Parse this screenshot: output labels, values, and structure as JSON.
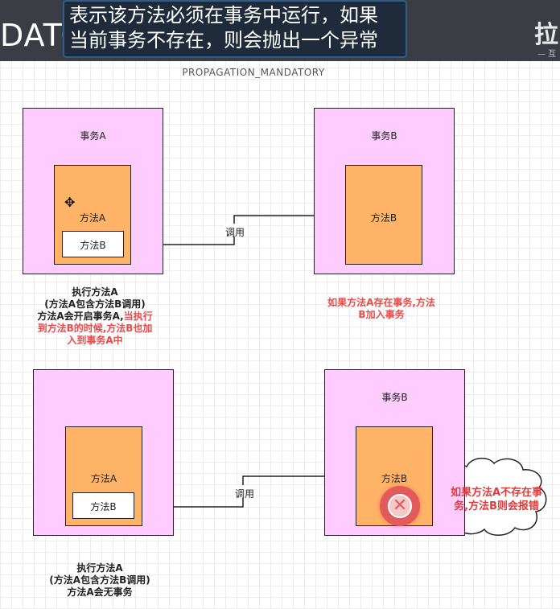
{
  "header": {
    "bg_title": "DATC",
    "caption_line1": "表示该方法必须在事务中运行，如果",
    "caption_line2": "当前事务不存在，则会抛出一个异常",
    "logo_char": "拉",
    "logo_sub": "— 互"
  },
  "diagram": {
    "title": "PROPAGATION_MANDATORY",
    "scenario1": {
      "tx_a_label": "事务A",
      "method_a": "方法A",
      "method_b_inner": "方法B",
      "call_label": "调用",
      "tx_b_label": "事务B",
      "method_b": "方法B",
      "left_desc": {
        "line1": "执行方法A",
        "line2": "(方法A包含方法B调用)",
        "line3_black": "方法A会开启事务A,",
        "line3_red": "当执行",
        "line4": "到方法B的时候,方法B也加",
        "line5": "入到事务A中"
      },
      "right_desc": {
        "line1": "如果方法A存在事务,方法",
        "line2": "B加入事务"
      }
    },
    "scenario2": {
      "method_a": "方法A",
      "method_b_inner": "方法B",
      "call_label": "调用",
      "tx_b_label": "事务B",
      "method_b": "方法B",
      "error_symbol": "✕",
      "cloud_text": "如果方法A不存在事务,方法B则会报错",
      "left_desc": {
        "line1": "执行方法A",
        "line2": "(方法A包含方法B调用)",
        "line3": "方法A会无事务"
      }
    },
    "cursor_symbol": "✥"
  },
  "colors": {
    "transaction_fill": "#ffccff",
    "method_fill": "#ffb366",
    "error_red": "#e84b4b"
  }
}
